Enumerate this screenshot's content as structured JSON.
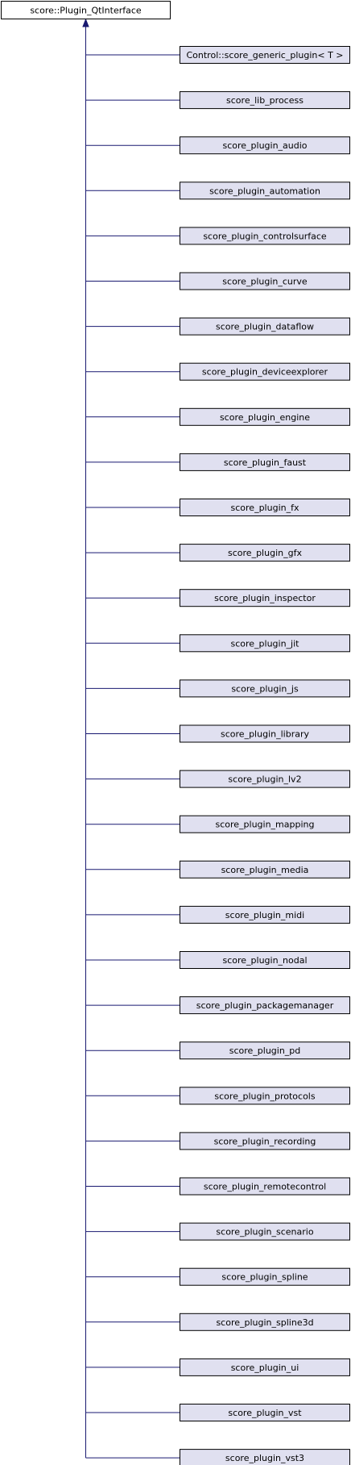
{
  "colors": {
    "root_fill": "#ffffff",
    "child_fill": "#e0e0f0",
    "box_stroke": "#000000",
    "edge": "#191970"
  },
  "root": {
    "label": "score::Plugin_QtInterface"
  },
  "children": [
    "Control::score_generic_plugin< T >",
    "score_lib_process",
    "score_plugin_audio",
    "score_plugin_automation",
    "score_plugin_controlsurface",
    "score_plugin_curve",
    "score_plugin_dataflow",
    "score_plugin_deviceexplorer",
    "score_plugin_engine",
    "score_plugin_faust",
    "score_plugin_fx",
    "score_plugin_gfx",
    "score_plugin_inspector",
    "score_plugin_jit",
    "score_plugin_js",
    "score_plugin_library",
    "score_plugin_lv2",
    "score_plugin_mapping",
    "score_plugin_media",
    "score_plugin_midi",
    "score_plugin_nodal",
    "score_plugin_packagemanager",
    "score_plugin_pd",
    "score_plugin_protocols",
    "score_plugin_recording",
    "score_plugin_remotecontrol",
    "score_plugin_scenario",
    "score_plugin_spline",
    "score_plugin_spline3d",
    "score_plugin_ui",
    "score_plugin_vst",
    "score_plugin_vst3"
  ]
}
